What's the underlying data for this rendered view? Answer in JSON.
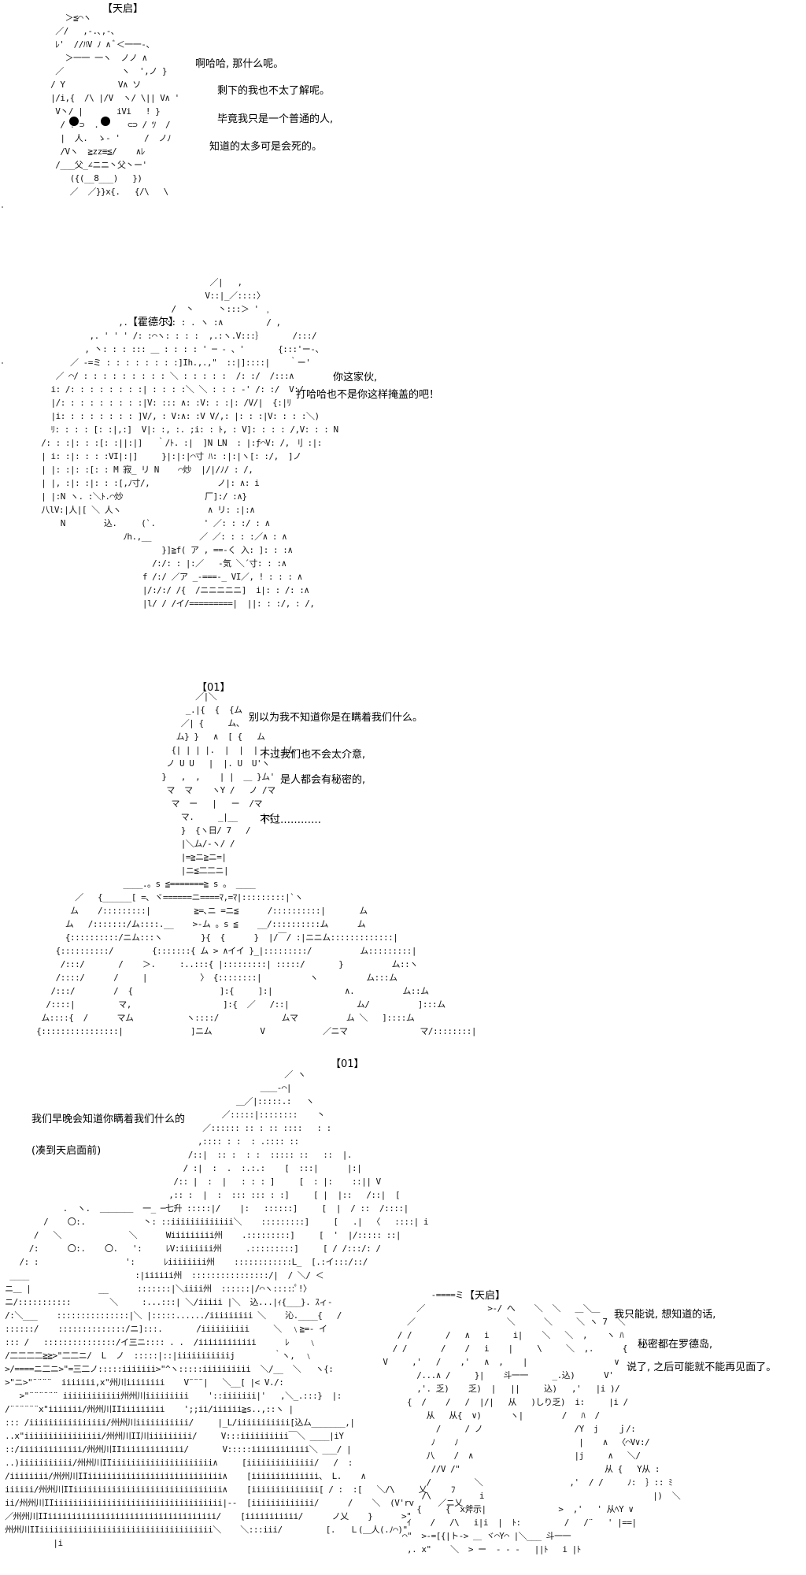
{
  "panel1": {
    "name_tag": "【天启】",
    "lines": [
      "啊哈哈, 那什么呢。",
      "剩下的我也不太了解呢。",
      "毕竟我只是一个普通的人,",
      "知道的太多可是会死的。"
    ]
  },
  "panel2": {
    "name_tag": "【霍德尔】",
    "lines": [
      "你这家伙,",
      "打哈哈也不是你这样掩盖的吧！"
    ]
  },
  "panel3": {
    "name_tag": "【01】",
    "lines": [
      "别以为我不知道你是在瞒着我们什么。",
      "不过我们也不会太介意,",
      "是人都会有秘密的,",
      "不过…………"
    ]
  },
  "panel4": {
    "name_tag_01": "【01】",
    "narration_1": "我们早晚会知道你瞒着我们什么的",
    "narration_2": "(凑到天启面前)",
    "name_tag_tianqi": "【天启】",
    "tianqi_lines": [
      "我只能说, 想知道的话,",
      "秘密都在罗德岛,",
      "说了, 之后可能就不能再见面了。"
    ]
  }
}
